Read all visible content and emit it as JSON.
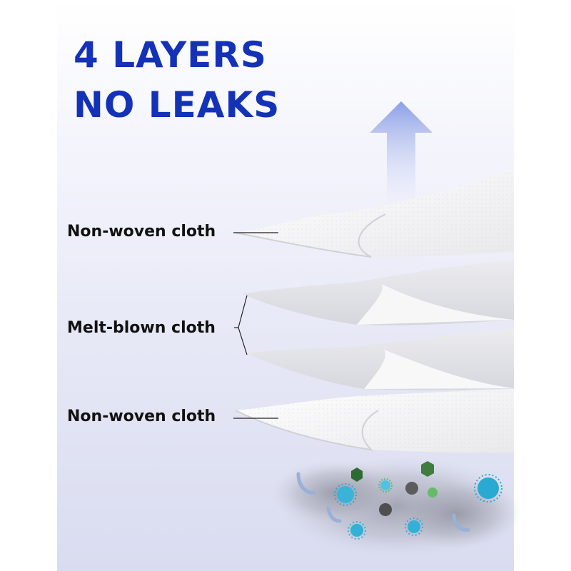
{
  "headline": {
    "line1": "4 LAYERS",
    "line2": "NO LEAKS"
  },
  "layers": [
    {
      "label": "Non-woven cloth"
    },
    {
      "label": "Melt-blown cloth"
    },
    {
      "label": "Non-woven cloth"
    }
  ],
  "colors": {
    "headline": "#1432b8",
    "arrow": "#8b9ee6",
    "label_text": "#111111",
    "fabric": "#f4f4f4",
    "particle_blue": "#2aa9d2",
    "particle_green": "#4caf50",
    "particle_dark": "#555555"
  },
  "icons": [
    "up-arrow-icon",
    "virus-icon",
    "bacteria-icon",
    "dust-particle-icon"
  ]
}
